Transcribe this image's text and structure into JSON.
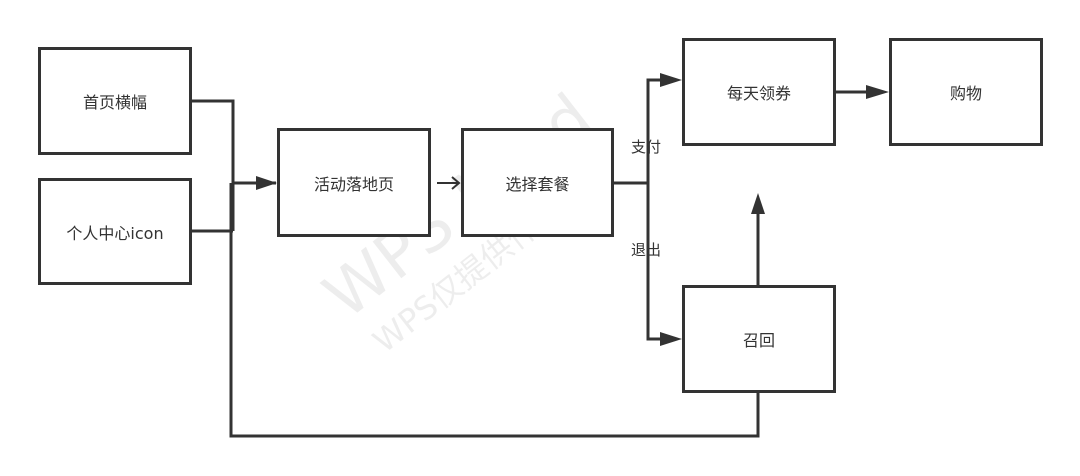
{
  "nodes": {
    "banner": "首页横幅",
    "profile_icon": "个人中心icon",
    "landing": "活动落地页",
    "choose_plan": "选择套餐",
    "daily_coupon": "每天领券",
    "shopping": "购物",
    "recall": "召回"
  },
  "edge_labels": {
    "pay": "支付",
    "exit": "退出"
  },
  "watermark": {
    "title": "WPS Mind",
    "subtitle": "WPS仅提供作图能力"
  }
}
